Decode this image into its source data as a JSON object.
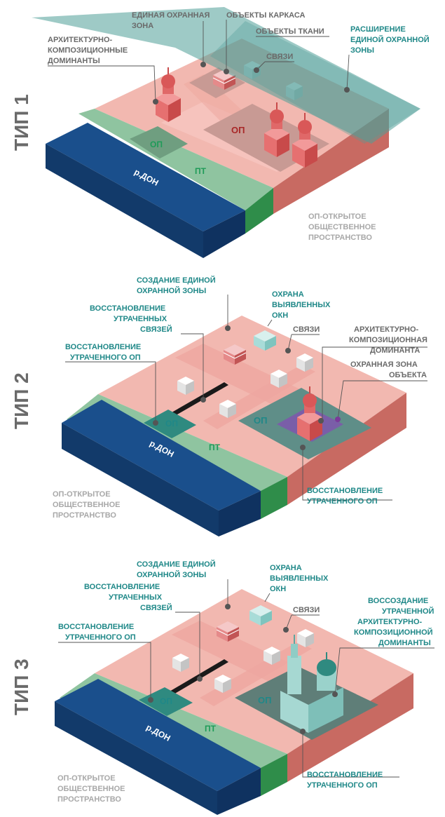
{
  "blocks": [
    {
      "type_label": "ТИП 1",
      "labels": {
        "arch_dominants": [
          "АРХИТЕКТУРНО-",
          "КОМПОЗИЦИОННЫЕ",
          "ДОМИНАНТЫ"
        ],
        "single_zone": [
          "ЕДИНАЯ ОХРАННАЯ",
          "ЗОНА"
        ],
        "frame_objects": "ОБЪЕКТЫ КАРКАСА",
        "fabric_objects": "ОБЪЕКТЫ ТКАНИ",
        "links": "СВЯЗИ",
        "expansion": [
          "РАСШИРЕНИЕ",
          "ЕДИНОЙ ОХРАННОЙ",
          "ЗОНЫ"
        ],
        "op_center": "ОП",
        "op_small": "ОП",
        "pt": "ПТ",
        "river": "р.ДОН",
        "op_legend": [
          "ОП-ОТКРЫТОЕ",
          "ОБЩЕСТВЕННОЕ",
          "ПРОСТРАНСТВО"
        ]
      }
    },
    {
      "type_label": "ТИП 2",
      "labels": {
        "create_zone": [
          "СОЗДАНИЕ ЕДИНОЙ",
          "ОХРАННОЙ ЗОНЫ"
        ],
        "protect_okn": [
          "ОХРАНА",
          "ВЫЯВЛЕННЫХ",
          "ОКН"
        ],
        "restore_links": [
          "ВОССТАНОВЛЕНИЕ",
          "УТРАЧЕННЫХ",
          "СВЯЗЕЙ"
        ],
        "links": "СВЯЗИ",
        "arch_dominant": [
          "АРХИТЕКТУРНО-",
          "КОМПОЗИЦИОННАЯ",
          "ДОМИНАНТА"
        ],
        "restore_op_left": [
          "ВОССТАНОВЛЕНИЕ",
          "УТРАЧЕННОГО ОП"
        ],
        "object_zone": [
          "ОХРАННАЯ ЗОНА",
          "ОБЪЕКТА"
        ],
        "op_center": "ОП",
        "op_small": "ОП",
        "pt": "ПТ",
        "river": "р.ДОН",
        "op_legend": [
          "ОП-ОТКРЫТОЕ",
          "ОБЩЕСТВЕННОЕ",
          "ПРОСТРАНСТВО"
        ],
        "restore_op_right": [
          "ВОССТАНОВЛЕНИЕ",
          "УТРАЧЕННОГО ОП"
        ]
      }
    },
    {
      "type_label": "ТИП 3",
      "labels": {
        "create_zone": [
          "СОЗДАНИЕ ЕДИНОЙ",
          "ОХРАННОЙ ЗОНЫ"
        ],
        "protect_okn": [
          "ОХРАНА",
          "ВЫЯВЛЕННЫХ",
          "ОКН"
        ],
        "restore_links": [
          "ВОССТАНОВЛЕНИЕ",
          "УТРАЧЕННЫХ",
          "СВЯЗЕЙ"
        ],
        "links": "СВЯЗИ",
        "recreate_dominant": [
          "ВОССОЗДАНИЕ",
          "УТРАЧЕННОЙ",
          "АРХИТЕКТУРНО-",
          "КОМПОЗИЦИОННОЙ",
          "ДОМИНАНТЫ"
        ],
        "restore_op_left": [
          "ВОССТАНОВЛЕНИЕ",
          "УТРАЧЕННОГО ОП"
        ],
        "op_center": "ОП",
        "op_small": "ОП",
        "pt": "ПТ",
        "river": "р.ДОН",
        "op_legend": [
          "ОП-ОТКРЫТОЕ",
          "ОБЩЕСТВЕННОЕ",
          "ПРОСТРАНСТВО"
        ],
        "restore_op_right": [
          "ВОССТАНОВЛЕНИЕ",
          "УТРАЧЕННОГО ОП"
        ]
      }
    }
  ],
  "colors": {
    "river": "#1a4f8c",
    "river_side": "#123a6a",
    "green_zone": "#8fc4a0",
    "green_side": "#2f8d4a",
    "urban": "#f2b8b0",
    "urban_side": "#c86a62",
    "teal_plane": "#4f9e98",
    "op_square": "#b59a98",
    "church_red": "#e06868"
  }
}
